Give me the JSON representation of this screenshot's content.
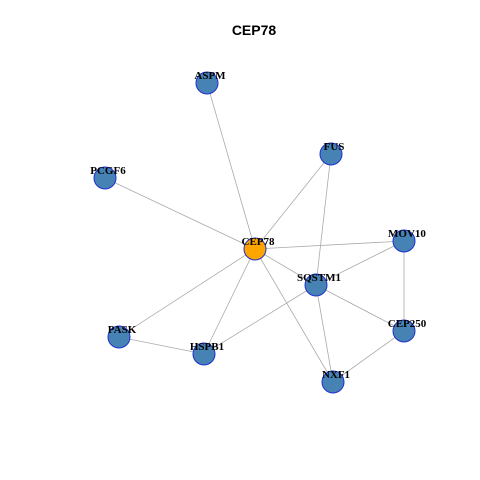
{
  "title": "CEP78",
  "colors": {
    "center_node": "#FFA500",
    "node": "#4682B4",
    "node_border": "#1F2FD0",
    "edge": "#AAAAAA"
  },
  "graph": {
    "nodes": [
      {
        "id": "CEP78",
        "label": "CEP78",
        "type": "center"
      },
      {
        "id": "ASPM",
        "label": "ASPM",
        "type": "neighbor"
      },
      {
        "id": "FUS",
        "label": "FUS",
        "type": "neighbor"
      },
      {
        "id": "PCGF6",
        "label": "PCGF6",
        "type": "neighbor"
      },
      {
        "id": "MOV10",
        "label": "MOV10",
        "type": "neighbor"
      },
      {
        "id": "SQSTM1",
        "label": "SQSTM1",
        "type": "neighbor"
      },
      {
        "id": "PASK",
        "label": "PASK",
        "type": "neighbor"
      },
      {
        "id": "HSPB1",
        "label": "HSPB1",
        "type": "neighbor"
      },
      {
        "id": "CEP250",
        "label": "CEP250",
        "type": "neighbor"
      },
      {
        "id": "NXF1",
        "label": "NXF1",
        "type": "neighbor"
      }
    ],
    "edges": [
      [
        "CEP78",
        "ASPM"
      ],
      [
        "CEP78",
        "FUS"
      ],
      [
        "CEP78",
        "PCGF6"
      ],
      [
        "CEP78",
        "MOV10"
      ],
      [
        "CEP78",
        "SQSTM1"
      ],
      [
        "CEP78",
        "PASK"
      ],
      [
        "CEP78",
        "HSPB1"
      ],
      [
        "CEP78",
        "NXF1"
      ],
      [
        "FUS",
        "SQSTM1"
      ],
      [
        "SQSTM1",
        "MOV10"
      ],
      [
        "SQSTM1",
        "HSPB1"
      ],
      [
        "SQSTM1",
        "CEP250"
      ],
      [
        "SQSTM1",
        "NXF1"
      ],
      [
        "MOV10",
        "CEP250"
      ],
      [
        "CEP250",
        "NXF1"
      ],
      [
        "PASK",
        "HSPB1"
      ]
    ]
  }
}
